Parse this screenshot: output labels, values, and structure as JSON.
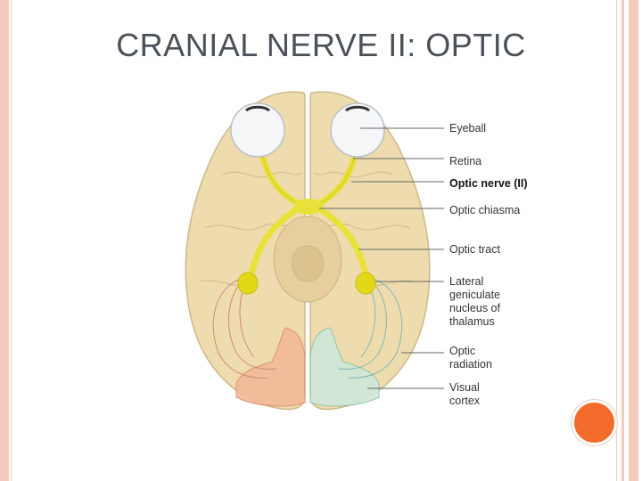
{
  "slide": {
    "title": "CRANIAL NERVE II: OPTIC"
  },
  "colors": {
    "frame": "#f3cbbb",
    "accent_dot": "#f26b2a",
    "title_text": "#4b5059",
    "brain": "#efdcae",
    "nerve": "#e8e13a",
    "visual_cortex_left": "#f3b99a",
    "visual_cortex_right": "#cfe8da"
  },
  "diagram": {
    "labels": {
      "eyeball": "Eyeball",
      "retina": "Retina",
      "optic_nerve": "Optic nerve (II)",
      "optic_chiasma": "Optic chiasma",
      "optic_tract": "Optic tract",
      "lgn_1": "Lateral",
      "lgn_2": "geniculate",
      "lgn_3": "nucleus of",
      "lgn_4": "thalamus",
      "radiation_1": "Optic",
      "radiation_2": "radiation",
      "cortex_1": "Visual",
      "cortex_2": "cortex"
    }
  }
}
